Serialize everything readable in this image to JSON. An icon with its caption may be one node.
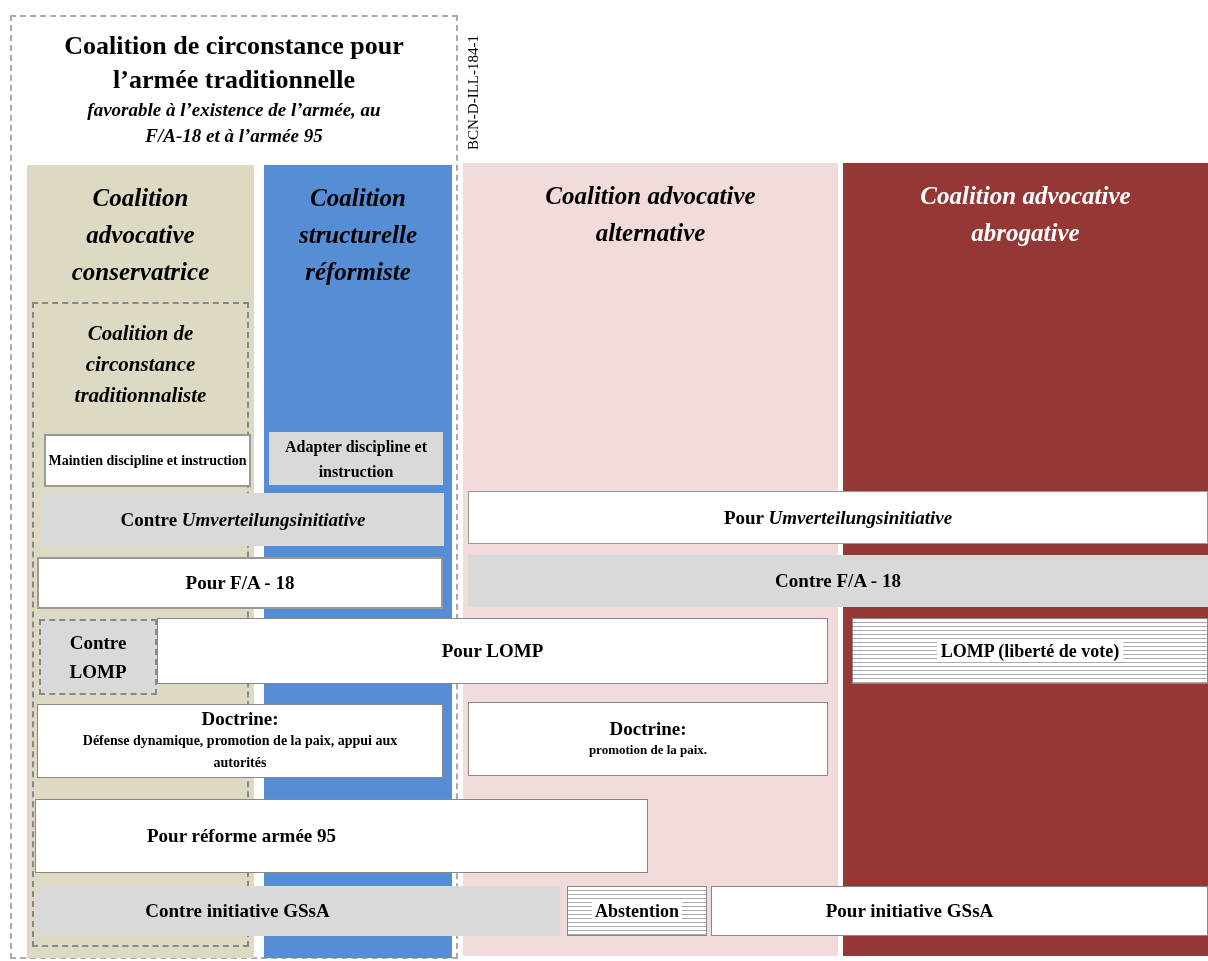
{
  "diagram": {
    "nodes": [
      {
        "text": [
          "Coalition de circonstance pour l’armée traditionnelle",
          "favorable à l’existence de l’armée, au F/A-18 et à l’armée 95"
        ]
      },
      {
        "text": [
          "Coalition advocative conservatrice"
        ],
        "in": 0
      },
      {
        "text": [
          "Coalition structurelle réformiste"
        ],
        "in": 0
      },
      {
        "text": [
          "Coalition advocative alternative"
        ]
      },
      {
        "text": [
          "Coalition advocative abrogative"
        ]
      },
      {
        "text": [
          "Coalition de circonstance traditionnaliste"
        ],
        "in": 1
      },
      {
        "text": [
          "Maintien discipline et instruction"
        ],
        "in": 5
      },
      {
        "text": [
          "Adapter discipline et instruction"
        ],
        "in": 2
      },
      {
        "text": [
          "Contre *Umverteilungsinitiative*"
        ],
        "in": 0
      },
      {
        "text": [
          "Pour *Umverteilungsinitiative*"
        ]
      },
      {
        "text": [
          "Pour F/A - 18"
        ],
        "in": 0
      },
      {
        "text": [
          "Contre F/A - 18"
        ]
      },
      {
        "text": [
          "Contre LOMP"
        ],
        "in": 5
      },
      {
        "text": [
          "Pour LOMP"
        ]
      },
      {
        "text": [
          "LOMP (liberté de vote)"
        ],
        "in": 4
      },
      {
        "text": [
          "Doctrine:",
          "Défense dynamique, promotion de la paix, appui aux autorités"
        ],
        "in": 0
      },
      {
        "text": [
          "Doctrine:",
          "promotion de la paix."
        ],
        "in": 3
      },
      {
        "text": [
          "Pour réforme armée 95"
        ]
      },
      {
        "text": [
          "Contre initiative GSsA"
        ]
      },
      {
        "text": [
          "Abstention"
        ],
        "in": 3
      },
      {
        "text": [
          "Pour initiative GSsA"
        ]
      }
    ],
    "labels": [
      "BCN-D-ILL-184-1"
    ]
  }
}
